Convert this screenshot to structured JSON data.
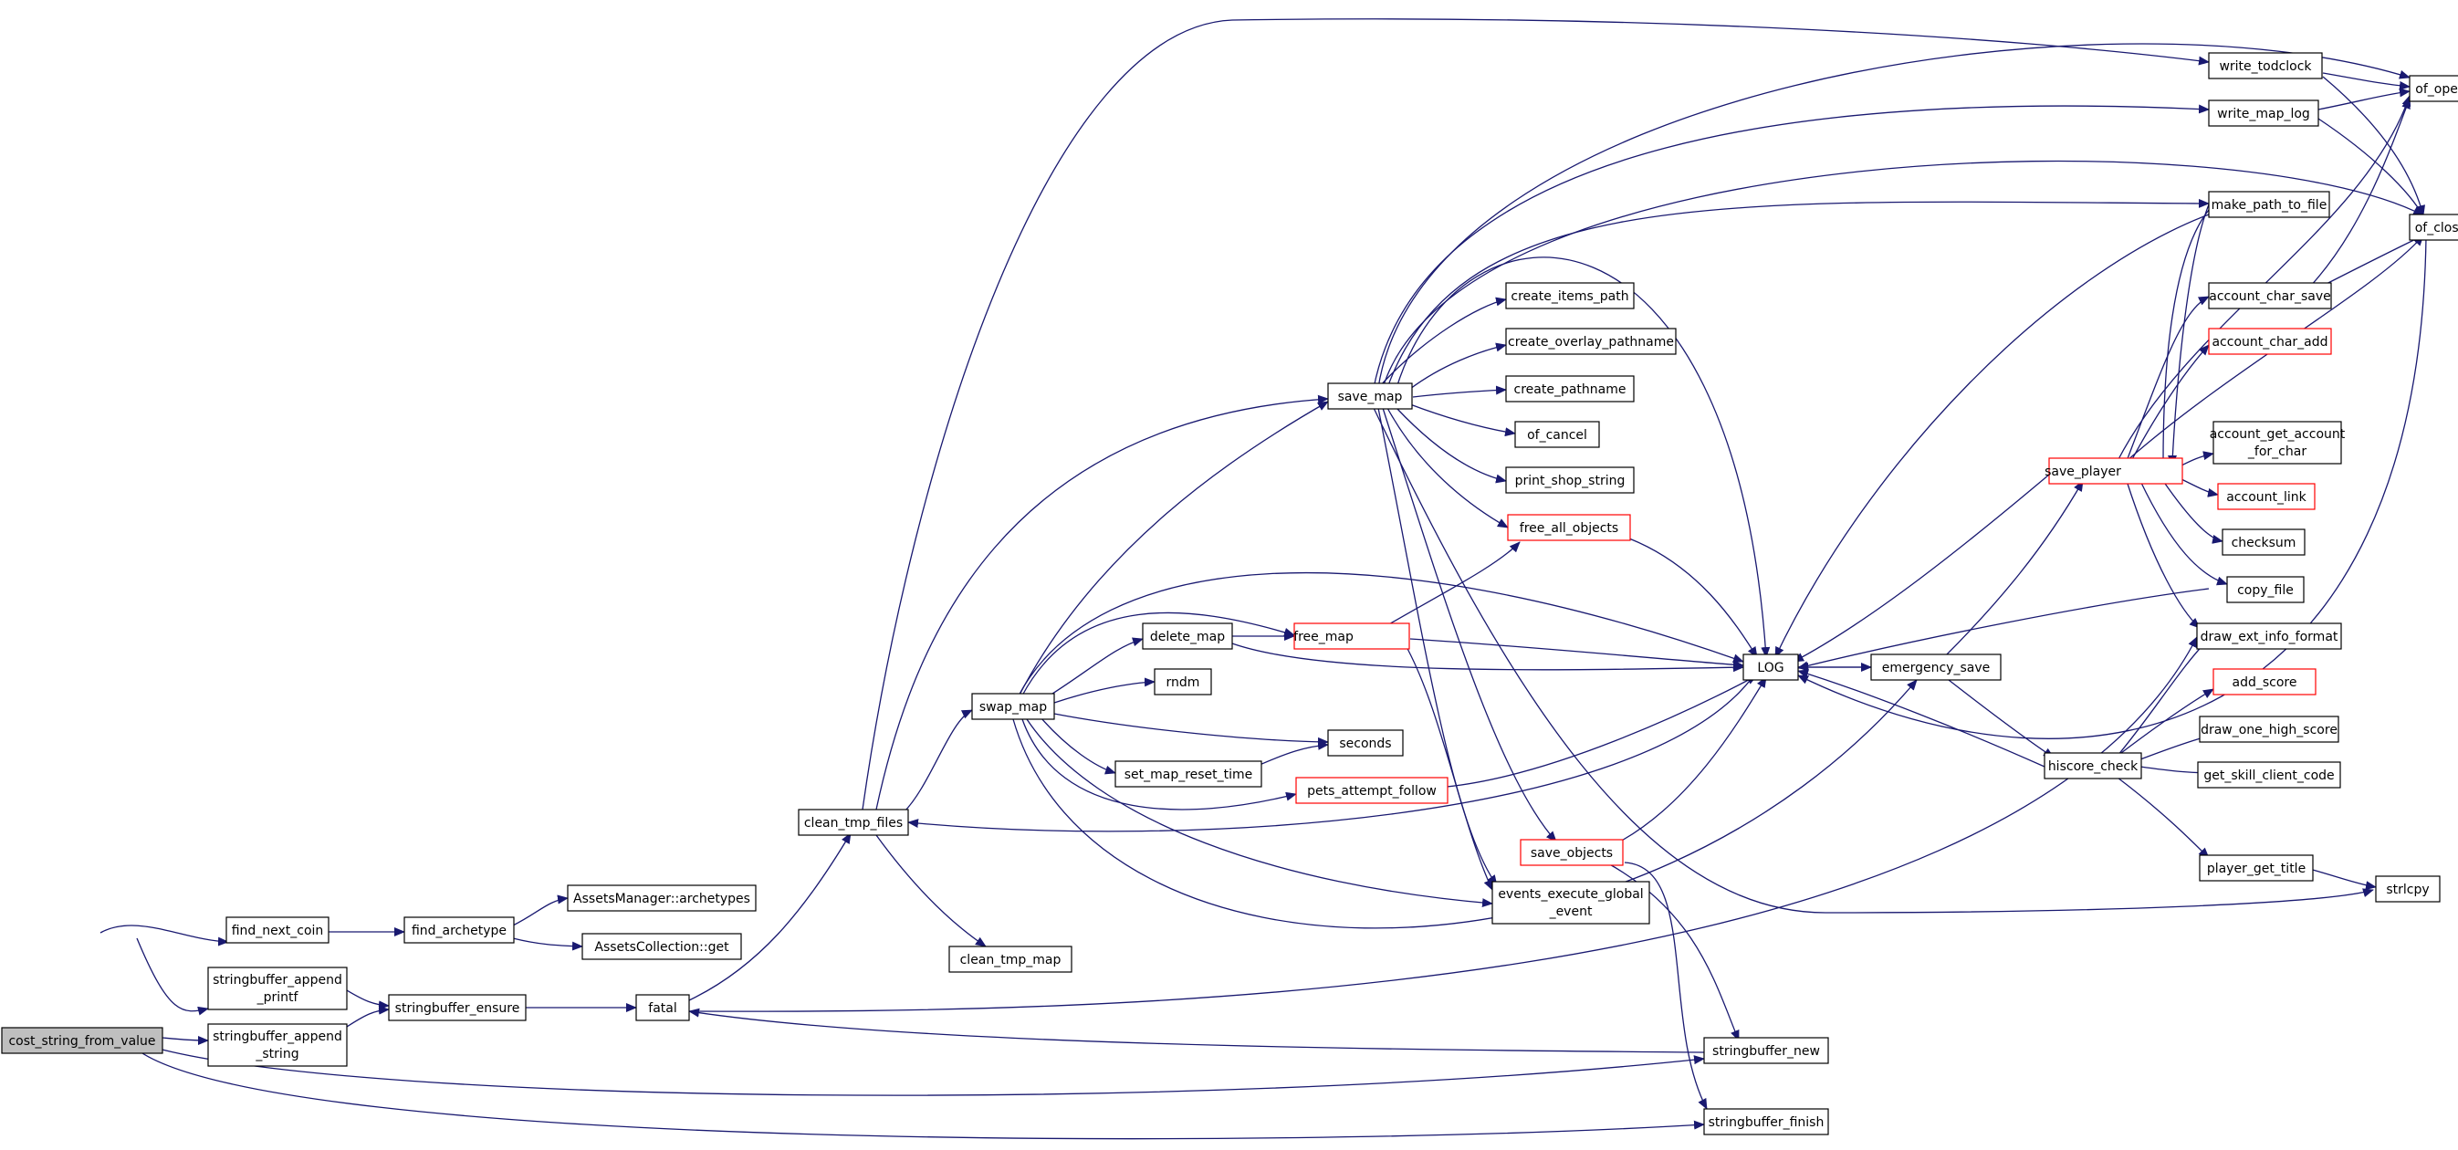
{
  "nodes": {
    "cost_string_from_value": "cost_string_from_value",
    "find_next_coin": "find_next_coin",
    "find_archetype": "find_archetype",
    "AssetsManager_archetypes": "AssetsManager::archetypes",
    "AssetsCollection_get": "AssetsCollection::get",
    "stringbuffer_append_printf_1": "stringbuffer_append",
    "stringbuffer_append_printf_2": "_printf",
    "stringbuffer_append_string_1": "stringbuffer_append",
    "stringbuffer_append_string_2": "_string",
    "stringbuffer_ensure": "stringbuffer_ensure",
    "fatal": "fatal",
    "clean_tmp_files": "clean_tmp_files",
    "clean_tmp_map": "clean_tmp_map",
    "swap_map": "swap_map",
    "save_map": "save_map",
    "delete_map": "delete_map",
    "rndm": "rndm",
    "seconds": "seconds",
    "set_map_reset_time": "set_map_reset_time",
    "pets_attempt_follow": "pets_attempt_follow",
    "free_map": "free_map",
    "create_items_path": "create_items_path",
    "create_overlay_pathname": "create_overlay_pathname",
    "create_pathname": "create_pathname",
    "of_cancel": "of_cancel",
    "print_shop_string": "print_shop_string",
    "free_all_objects": "free_all_objects",
    "save_objects": "save_objects",
    "events_execute_global_event_1": "events_execute_global",
    "events_execute_global_event_2": "_event",
    "LOG": "LOG",
    "emergency_save": "emergency_save",
    "stringbuffer_new": "stringbuffer_new",
    "stringbuffer_finish": "stringbuffer_finish",
    "write_todclock": "write_todclock",
    "write_map_log": "write_map_log",
    "make_path_to_file": "make_path_to_file",
    "save_player": "save_player",
    "hiscore_check": "hiscore_check",
    "of_open": "of_open",
    "of_close": "of_close",
    "account_char_save": "account_char_save",
    "account_char_add": "account_char_add",
    "account_get_account_for_char_1": "account_get_account",
    "account_get_account_for_char_2": "_for_char",
    "account_link": "account_link",
    "checksum": "checksum",
    "copy_file": "copy_file",
    "draw_ext_info_format": "draw_ext_info_format",
    "add_score": "add_score",
    "draw_one_high_score": "draw_one_high_score",
    "get_skill_client_code": "get_skill_client_code",
    "player_get_title": "player_get_title",
    "strlcpy": "strlcpy"
  },
  "colors": {
    "edge": "#191970",
    "node_border": "#000000",
    "node_border_incomplete": "#ff0000",
    "root_fill": "#bfbfbf"
  }
}
